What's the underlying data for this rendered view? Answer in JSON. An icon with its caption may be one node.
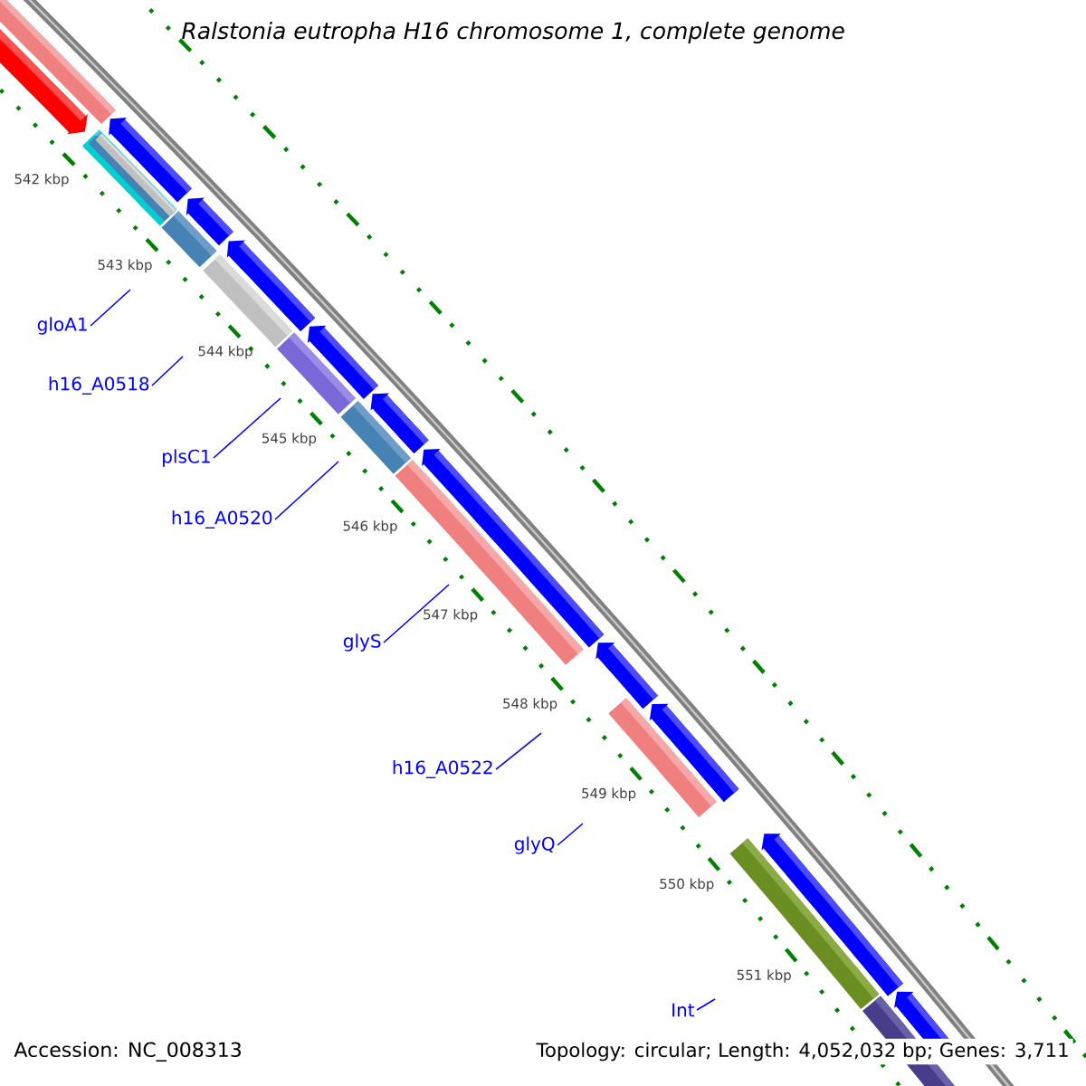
{
  "diagram": {
    "title": "Ralstonia eutropha H16 chromosome 1, complete genome",
    "nodes": [
      {
        "text": [
          "gloA1"
        ]
      },
      {
        "text": [
          "h16_A0518"
        ]
      },
      {
        "text": [
          "plsC1"
        ]
      },
      {
        "text": [
          "h16_A0520"
        ]
      },
      {
        "text": [
          "glyS"
        ]
      },
      {
        "text": [
          "h16_A0522"
        ]
      },
      {
        "text": [
          "glyQ"
        ]
      },
      {
        "text": [
          "Int"
        ]
      }
    ],
    "edges": [
      {
        "from": 0,
        "to": null,
        "arrow": "none"
      },
      {
        "from": 1,
        "to": null,
        "arrow": "none"
      },
      {
        "from": 2,
        "to": null,
        "arrow": "none"
      },
      {
        "from": 3,
        "to": null,
        "arrow": "none"
      },
      {
        "from": 4,
        "to": null,
        "arrow": "none"
      },
      {
        "from": 5,
        "to": null,
        "arrow": "none"
      },
      {
        "from": 6,
        "to": null,
        "arrow": "none"
      },
      {
        "from": 7,
        "to": null,
        "arrow": "none"
      }
    ],
    "labels": [
      "542 kbp",
      "543 kbp",
      "544 kbp",
      "545 kbp",
      "546 kbp",
      "547 kbp",
      "548 kbp",
      "549 kbp",
      "550 kbp",
      "551 kbp",
      "Accession: NC_008313",
      "Topology: circular; Length: 4,052,032 bp; Genes: 3,711"
    ]
  }
}
